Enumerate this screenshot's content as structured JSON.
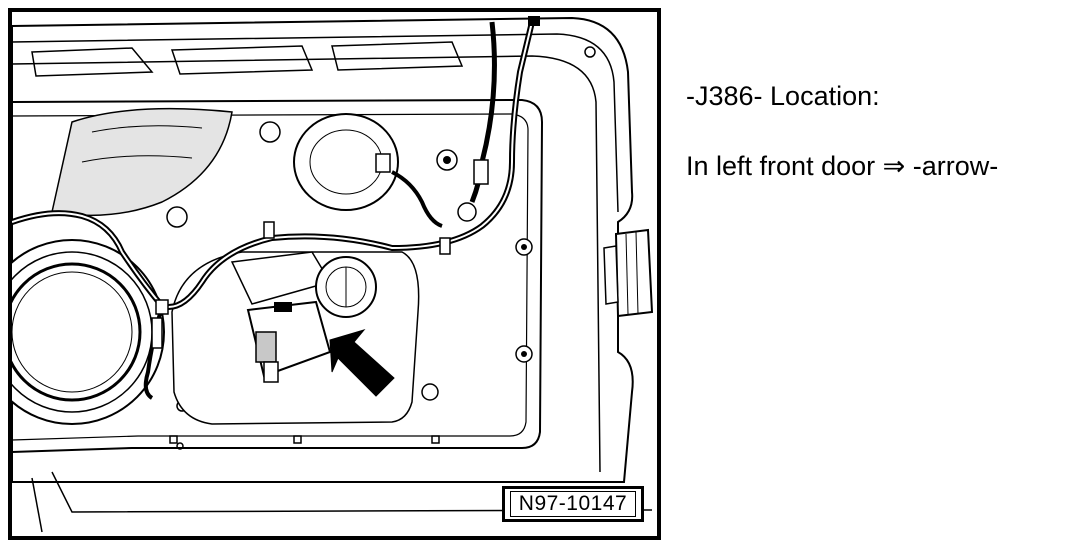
{
  "figure": {
    "id_label": "N97-10147",
    "description_icon": "door-interior-illustration"
  },
  "caption": {
    "location_line": "-J386-  Location:",
    "door_line": "In left front door ⇒ -arrow-"
  },
  "colors": {
    "line": "#000000",
    "background": "#ffffff",
    "shade": "#c8c8c8"
  }
}
